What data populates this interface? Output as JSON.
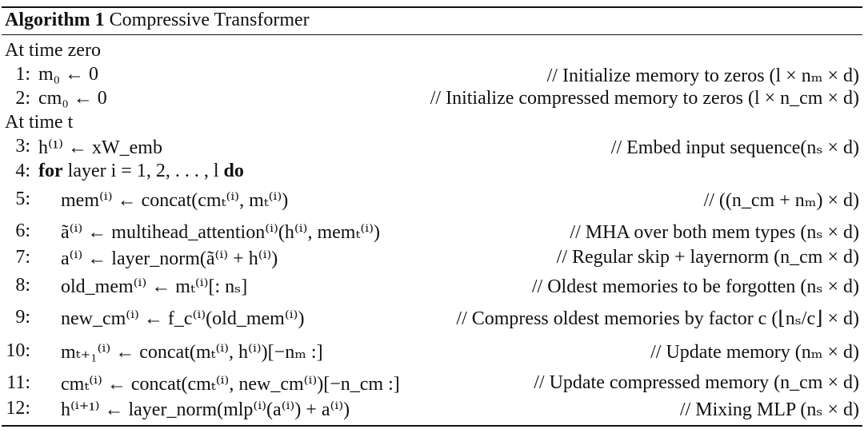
{
  "algorithm": {
    "label": "Algorithm 1",
    "name": "Compressive Transformer"
  },
  "sections": {
    "time_zero": "At time zero",
    "time_t": "At time t"
  },
  "lines": [
    {
      "num": "1:",
      "code": "m₀ ← 0",
      "comment": "// Initialize memory to zeros (l × nₘ × d)"
    },
    {
      "num": "2:",
      "code": "cm₀ ← 0",
      "comment": "// Initialize compressed memory to zeros (l × n_cm × d)"
    },
    {
      "num": "3:",
      "code": "h⁽¹⁾ ← xW_emb",
      "comment": "// Embed input sequence(nₛ × d)"
    },
    {
      "num": "4:",
      "keyword": "for",
      "code": "layer i = 1, 2, . . . , l",
      "keyword_end": "do",
      "comment": ""
    },
    {
      "num": "5:",
      "code": "mem⁽ⁱ⁾ ← concat(cmₜ⁽ⁱ⁾, mₜ⁽ⁱ⁾)",
      "comment": "// ((n_cm + nₘ) × d)"
    },
    {
      "num": "6:",
      "code": "ã⁽ⁱ⁾ ← multihead_attention⁽ⁱ⁾(h⁽ⁱ⁾, memₜ⁽ⁱ⁾)",
      "comment": "// MHA over both mem types (nₛ × d)"
    },
    {
      "num": "7:",
      "code": "a⁽ⁱ⁾ ← layer_norm(ã⁽ⁱ⁾ + h⁽ⁱ⁾)",
      "comment": "// Regular skip + layernorm (n_cm × d)"
    },
    {
      "num": "8:",
      "code": "old_mem⁽ⁱ⁾ ← mₜ⁽ⁱ⁾[: nₛ]",
      "comment": "// Oldest memories to be forgotten (nₛ × d)"
    },
    {
      "num": "9:",
      "code": "new_cm⁽ⁱ⁾ ← f_c⁽ⁱ⁾(old_mem⁽ⁱ⁾)",
      "comment": "// Compress oldest memories by factor c (⌊nₛ/c⌋ × d)"
    },
    {
      "num": "10:",
      "code": "mₜ₊₁⁽ⁱ⁾ ← concat(mₜ⁽ⁱ⁾, h⁽ⁱ⁾)[−nₘ :]",
      "comment": "// Update memory (nₘ × d)"
    },
    {
      "num": "11:",
      "code": "cmₜ⁽ⁱ⁾ ← concat(cmₜ⁽ⁱ⁾, new_cm⁽ⁱ⁾)[−n_cm :]",
      "comment": "// Update compressed memory (n_cm × d)"
    },
    {
      "num": "12:",
      "code": "h⁽ⁱ⁺¹⁾ ← layer_norm(mlp⁽ⁱ⁾(a⁽ⁱ⁾) + a⁽ⁱ⁾)",
      "comment": "// Mixing MLP (nₛ × d)"
    }
  ]
}
